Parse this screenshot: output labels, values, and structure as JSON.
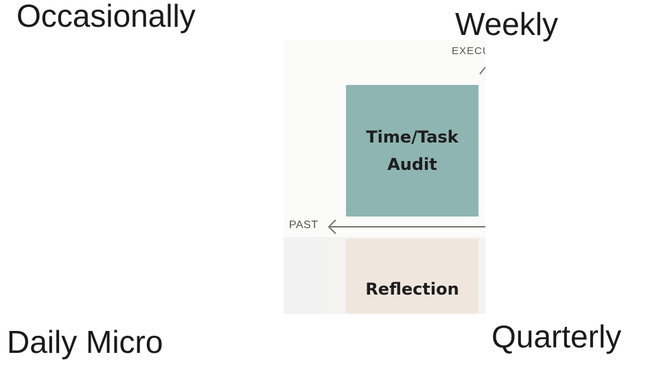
{
  "labels": {
    "top_left": "Occasionally",
    "top_right": "Weekly",
    "bottom_left": "Daily Micro",
    "bottom_right": "Quarterly"
  },
  "diagram": {
    "vertical_axis_label_partial": "EXECU",
    "horizontal_axis_label": "PAST",
    "quadrants": [
      {
        "title_line1": "Time/Task",
        "title_line2": "Audit",
        "color": "#8fb5b2"
      },
      {
        "title_line1": "Reflection",
        "title_line2": "",
        "color": "#efe7de"
      }
    ],
    "arrow_icon": "arrow-left-icon",
    "arrow_color": "#777777"
  }
}
